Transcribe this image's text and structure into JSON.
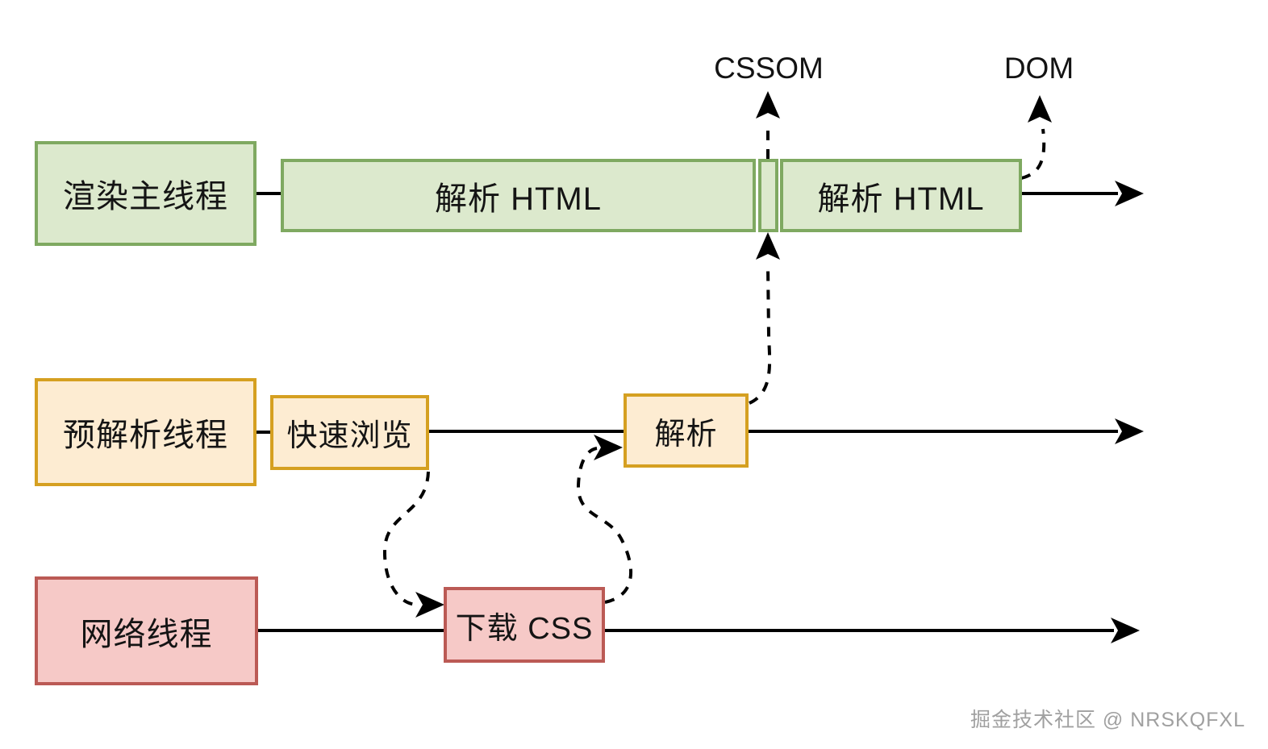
{
  "colors": {
    "green_fill": "#dce9cd",
    "green_border": "#7fa961",
    "orange_fill": "#fdecd2",
    "orange_border": "#d5a021",
    "red_fill": "#f6c9c7",
    "red_border": "#bb5a55",
    "line": "#000000",
    "watermark": "#a0a0a0"
  },
  "lanes": {
    "main": {
      "label": "渲染主线程"
    },
    "preparse": {
      "label": "预解析线程"
    },
    "network": {
      "label": "网络线程"
    }
  },
  "nodes": {
    "parse_html_1": "解析 HTML",
    "parse_html_2": "解析 HTML",
    "quick_scan": "快速浏览",
    "parse_css": "解析",
    "download_css": "下载 CSS"
  },
  "annotations": {
    "cssom": "CSSOM",
    "dom": "DOM"
  },
  "watermark_text": "掘金技术社区 @ NRSKQFXL"
}
